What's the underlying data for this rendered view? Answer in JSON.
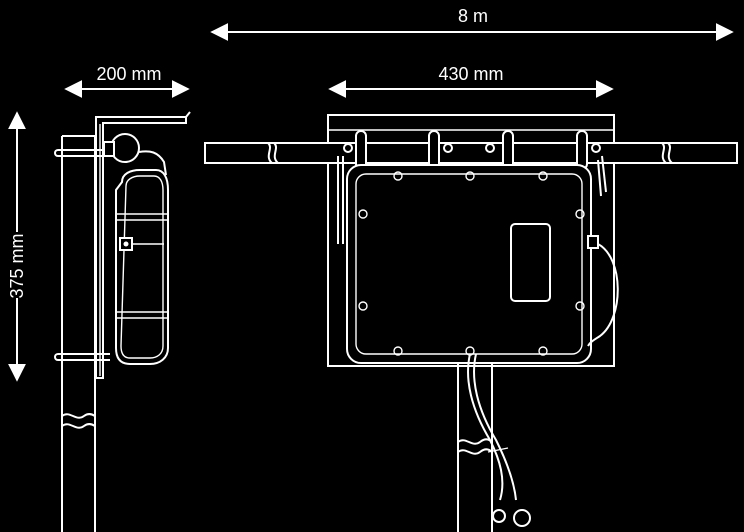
{
  "dimensions": {
    "overall_width": "8 m",
    "depth": "200 mm",
    "width": "430 mm",
    "height": "375 mm"
  },
  "colors": {
    "background": "#000000",
    "line": "#ffffff"
  }
}
